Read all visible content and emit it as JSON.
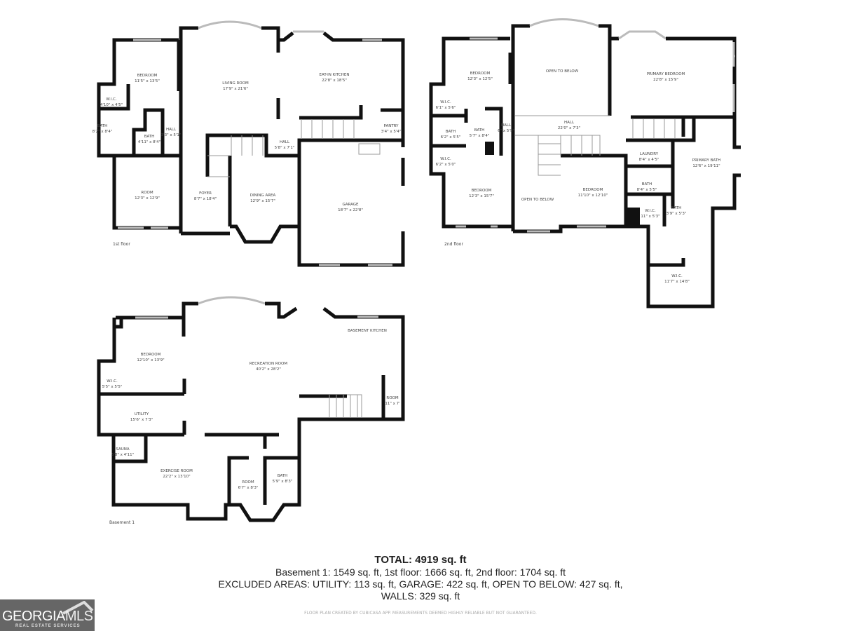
{
  "floors": [
    {
      "name": "1st floor",
      "rooms": [
        {
          "name": "BEDROOM",
          "size": "11'5\" x 13'5\""
        },
        {
          "name": "W.I.C.",
          "size": "4'10\" x 4'5\""
        },
        {
          "name": "BATH",
          "size": "8'2\" x 8'4\""
        },
        {
          "name": "BATH",
          "size": "4'11\" x 8'4\""
        },
        {
          "name": "HALL",
          "size": "3'3\" x 5'1\""
        },
        {
          "name": "LIVING ROOM",
          "size": "17'9\" x 21'6\""
        },
        {
          "name": "EAT-IN KITCHEN",
          "size": "22'8\" x 18'5\""
        },
        {
          "name": "PANTRY",
          "size": "3'4\" x 5'4\""
        },
        {
          "name": "HALL",
          "size": "5'8\" x 7'1\""
        },
        {
          "name": "ROOM",
          "size": "12'3\" x 12'9\""
        },
        {
          "name": "FOYER",
          "size": "8'7\" x 18'4\""
        },
        {
          "name": "DINING AREA",
          "size": "12'9\" x 15'7\""
        },
        {
          "name": "GARAGE",
          "size": "18'7\" x 22'8\""
        }
      ]
    },
    {
      "name": "2nd floor",
      "rooms": [
        {
          "name": "BEDROOM",
          "size": "12'3\" x 12'5\""
        },
        {
          "name": "OPEN TO BELOW",
          "size": ""
        },
        {
          "name": "PRIMARY BEDROOM",
          "size": "22'8\" x 15'9\""
        },
        {
          "name": "W.I.C.",
          "size": "6'1\" x 5'6\""
        },
        {
          "name": "BATH",
          "size": "6'2\" x 5'5\""
        },
        {
          "name": "BATH",
          "size": "5'7\" x 8'4\""
        },
        {
          "name": "HALL",
          "size": "6\" x 5'9\""
        },
        {
          "name": "HALL",
          "size": "22'0\" x 7'3\""
        },
        {
          "name": "W.I.C.",
          "size": "6'2\" x 5'0\""
        },
        {
          "name": "LAUNDRY",
          "size": "8'4\" x 4'5\""
        },
        {
          "name": "PRIMARY BATH",
          "size": "12'6\" x 19'11\""
        },
        {
          "name": "BEDROOM",
          "size": "12'3\" x 15'7\""
        },
        {
          "name": "OPEN TO BELOW",
          "size": ""
        },
        {
          "name": "BEDROOM",
          "size": "11'10\" x 12'10\""
        },
        {
          "name": "BATH",
          "size": "8'4\" x 5'5\""
        },
        {
          "name": "W.I.C.",
          "size": "11\" x 5'3\""
        },
        {
          "name": "BATH",
          "size": "3'9\" x 5'3\""
        },
        {
          "name": "W.I.C.",
          "size": "11'7\" x 14'8\""
        }
      ]
    },
    {
      "name": "Basement 1",
      "rooms": [
        {
          "name": "BEDROOM",
          "size": "12'10\" x 13'9\""
        },
        {
          "name": "W.I.C.",
          "size": "5'5\" x 5'5\""
        },
        {
          "name": "UTILITY",
          "size": "15'6\" x 7'3\""
        },
        {
          "name": "RECREATION ROOM",
          "size": "40'2\" x 28'2\""
        },
        {
          "name": "BASEMENT KITCHEN",
          "size": ""
        },
        {
          "name": "ROOM",
          "size": "11\" x 7'"
        },
        {
          "name": "SAUNA",
          "size": "5'8\" x 4'11\""
        },
        {
          "name": "EXERCISE ROOM",
          "size": "22'2\" x 13'10\""
        },
        {
          "name": "ROOM",
          "size": "6'7\" x 8'3\""
        },
        {
          "name": "BATH",
          "size": "5'9\" x 8'3\""
        }
      ]
    }
  ],
  "summary": {
    "total": "TOTAL: 4919 sq. ft",
    "floors_line": "Basement 1: 1549 sq. ft, 1st floor: 1666 sq. ft, 2nd floor: 1704 sq. ft",
    "excluded_line": "EXCLUDED AREAS: UTILITY: 113 sq. ft, GARAGE: 422 sq. ft, OPEN TO BELOW: 427 sq. ft,",
    "walls_line": "WALLS: 329 sq. ft",
    "disclaimer": "FLOOR PLAN CREATED BY CUBICASA APP. MEASUREMENTS DEEMED HIGHLY RELIABLE BUT NOT GUARANTEED."
  },
  "logo": {
    "name_a": "GEORGIA",
    "name_b": "MLS",
    "tagline": "REAL ESTATE SERVICES",
    "color": "#666666"
  }
}
